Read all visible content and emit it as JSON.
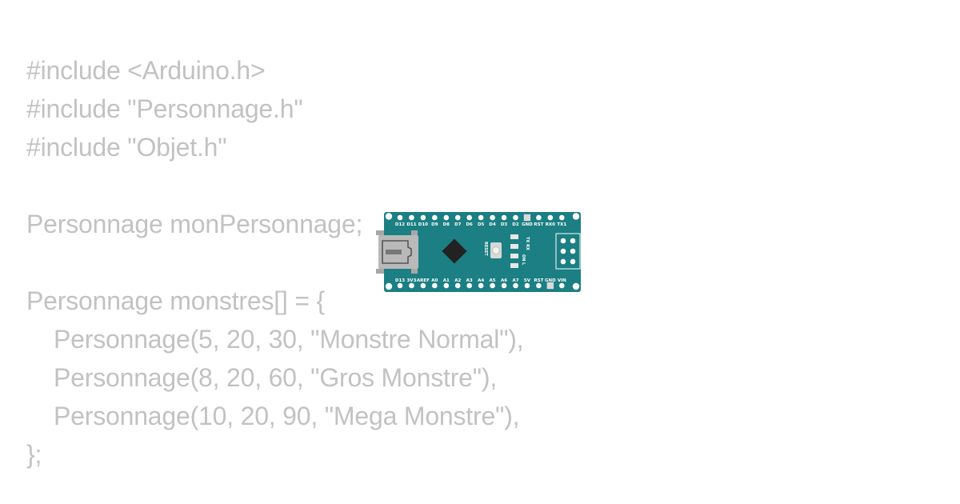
{
  "colors": {
    "code_text": "#c2c2c2",
    "board": "#1b7f83",
    "board_edge": "#126b6e",
    "pin_hole": "#ffffff",
    "chip": "#222222",
    "usb_metal": "#b9b9b9"
  },
  "code_lines": [
    "#include <Arduino.h>",
    "#include \"Personnage.h\"",
    "#include \"Objet.h\"",
    "",
    "Personnage monPersonnage;",
    "",
    "Personnage monstres[] = {",
    "Personnage(5, 20, 30, \"Monstre Normal\"),",
    "Personnage(8, 20, 60, \"Gros Monstre\"),",
    "Personnage(10, 20, 90, \"Mega Monstre\"),",
    "};"
  ],
  "indented_lines": [
    7,
    8,
    9
  ],
  "board": {
    "name": "Arduino Nano",
    "top_pins": [
      "D12",
      "D11",
      "D10",
      "D9",
      "D8",
      "D7",
      "D6",
      "D5",
      "D4",
      "D3",
      "D2",
      "GND",
      "RST",
      "RX0",
      "TX1"
    ],
    "bottom_pins": [
      "D13",
      "3V3",
      "AREF",
      "A0",
      "A1",
      "A2",
      "A3",
      "A4",
      "A5",
      "A6",
      "A7",
      "5V",
      "RST",
      "GND",
      "VIN"
    ],
    "reset_label": "RESET",
    "led_labels": [
      "TX",
      "RX",
      "ON",
      "L"
    ],
    "usb_icon": "mini-usb-connector-icon"
  }
}
